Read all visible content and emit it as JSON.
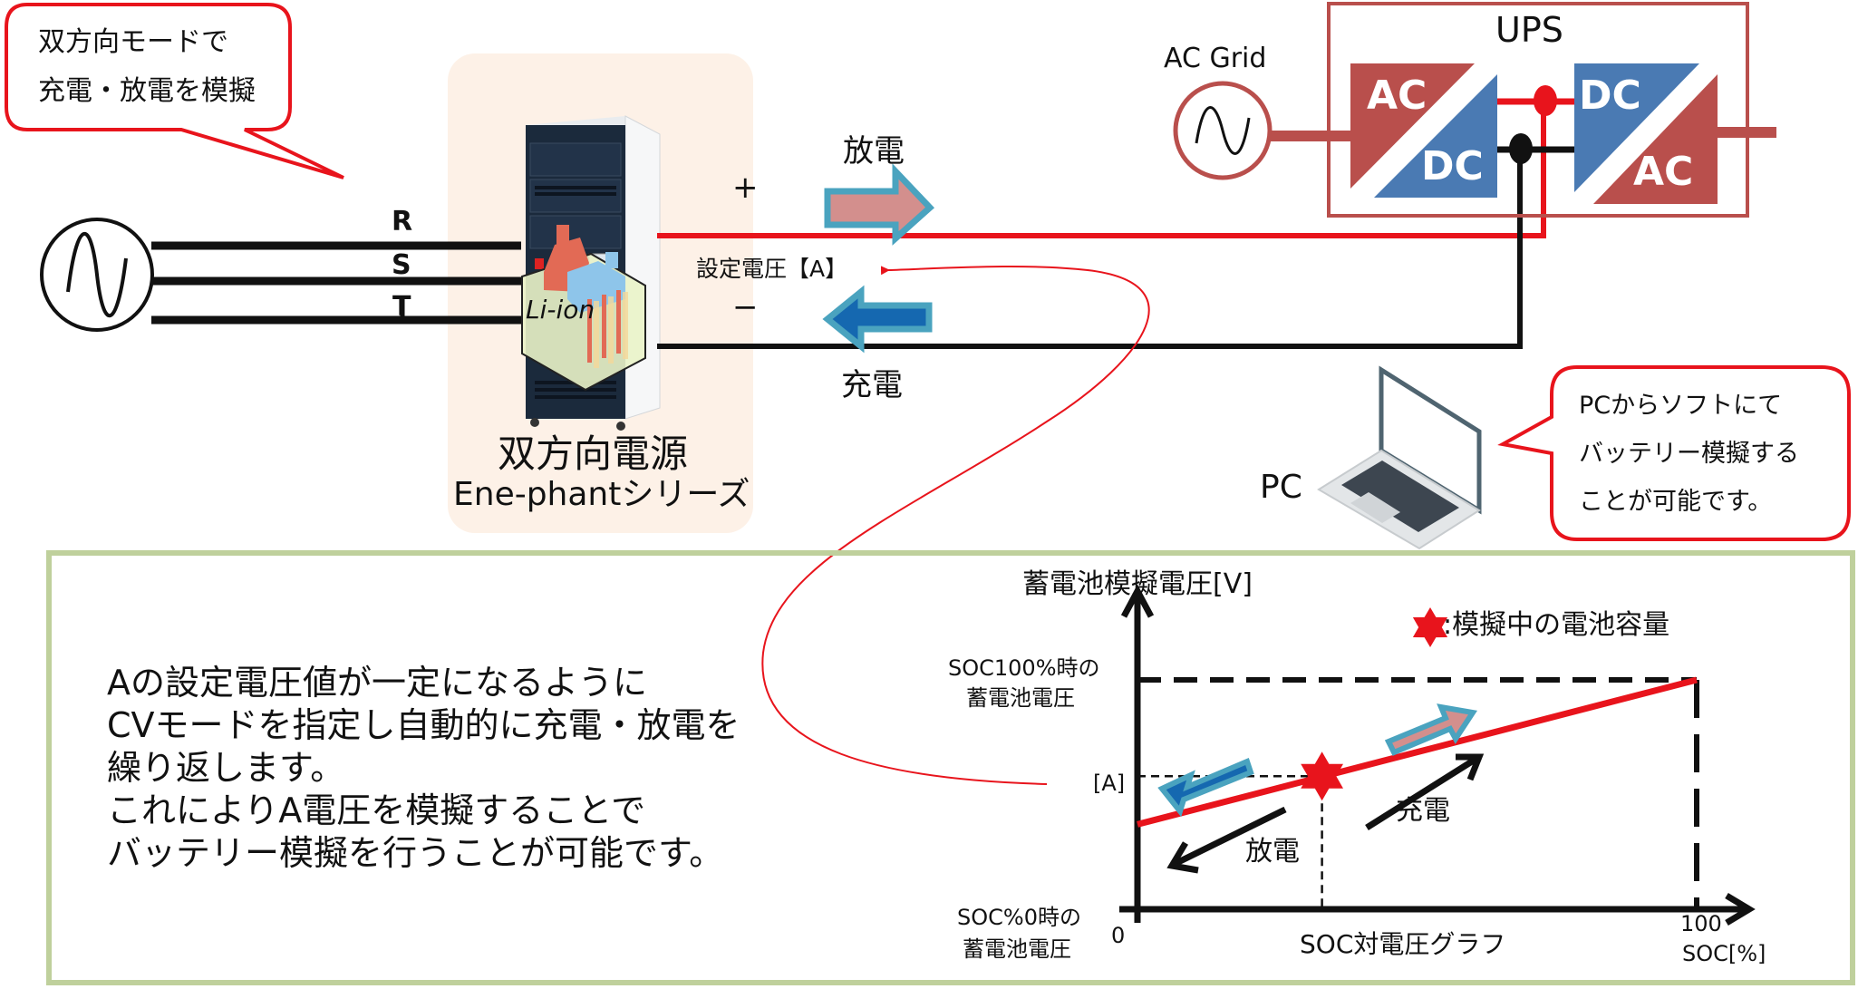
{
  "callouts": {
    "top_left": {
      "line1": "双方向モードで",
      "line2": "充電・放電を模擬"
    },
    "pc": {
      "line1": "PCからソフトにて",
      "line2": "バッテリー模擬する",
      "line3": "ことが可能です。"
    }
  },
  "ac_source": {
    "phases": [
      "R",
      "S",
      "T"
    ],
    "icon": "sine-wave-icon"
  },
  "device": {
    "title": "双方向電源",
    "subtitle": "Ene-phantシリーズ",
    "battery_label": "Li-ion"
  },
  "dc_bus": {
    "plus": "+",
    "minus": "−",
    "discharge_label": "放電",
    "charge_label": "充電",
    "setpoint_label": "設定電圧【A】"
  },
  "ups": {
    "title": "UPS",
    "grid_label": "AC Grid",
    "converter1": {
      "top": "AC",
      "bottom": "DC"
    },
    "converter2": {
      "top": "DC",
      "bottom": "AC"
    }
  },
  "pc": {
    "label": "PC"
  },
  "explanation": {
    "lines": [
      "Aの設定電圧値が一定になるように",
      "CVモードを指定し自動的に充電・放電を",
      "繰り返します。",
      "これによりA電圧を模擬することで",
      "バッテリー模擬を行うことが可能です。"
    ]
  },
  "chart_data": {
    "type": "line",
    "title": "SOC対電圧グラフ",
    "xlabel": "SOC[%]",
    "ylabel": "蓄電池模擬電圧[V]",
    "x_ticks": [
      "0",
      "100"
    ],
    "xlim": [
      0,
      100
    ],
    "y_ticks": [
      {
        "label": "SOC%0時の\n蓄電池電圧",
        "position": "origin"
      },
      {
        "label": "[A]",
        "position": "setpoint"
      },
      {
        "label": "SOC100%時の\n蓄電池電圧",
        "position": "max"
      }
    ],
    "y_tick_labels": {
      "origin_line1": "SOC%0時の",
      "origin_line2": "蓄電池電圧",
      "max_line1": "SOC100%時の",
      "max_line2": "蓄電池電圧",
      "setpoint": "[A]"
    },
    "ylim": [
      0,
      1
    ],
    "series": [
      {
        "name": "SOC-voltage",
        "x": [
          0,
          100
        ],
        "y": [
          0.37,
          1.0
        ],
        "color": "#e8141c"
      }
    ],
    "marker": {
      "x": 33,
      "y": 0.58,
      "shape": "six-point-star",
      "color": "#e8141c"
    },
    "legend": {
      "text": ":模擬中の電池容量",
      "placement": "top-right"
    },
    "annotations": {
      "charge": "充電",
      "discharge": "放電"
    },
    "grid": false
  },
  "colors": {
    "red": "#e8141c",
    "black": "#111111",
    "ups_red": "#b94f4c",
    "ups_blue": "#4a7ab3",
    "panel_green": "#bfd09c",
    "peach": "#fdf1e7",
    "arrow_pink": "#d38f8d",
    "arrow_blue": "#1568b0",
    "arrow_outline": "#4aa3bf"
  }
}
